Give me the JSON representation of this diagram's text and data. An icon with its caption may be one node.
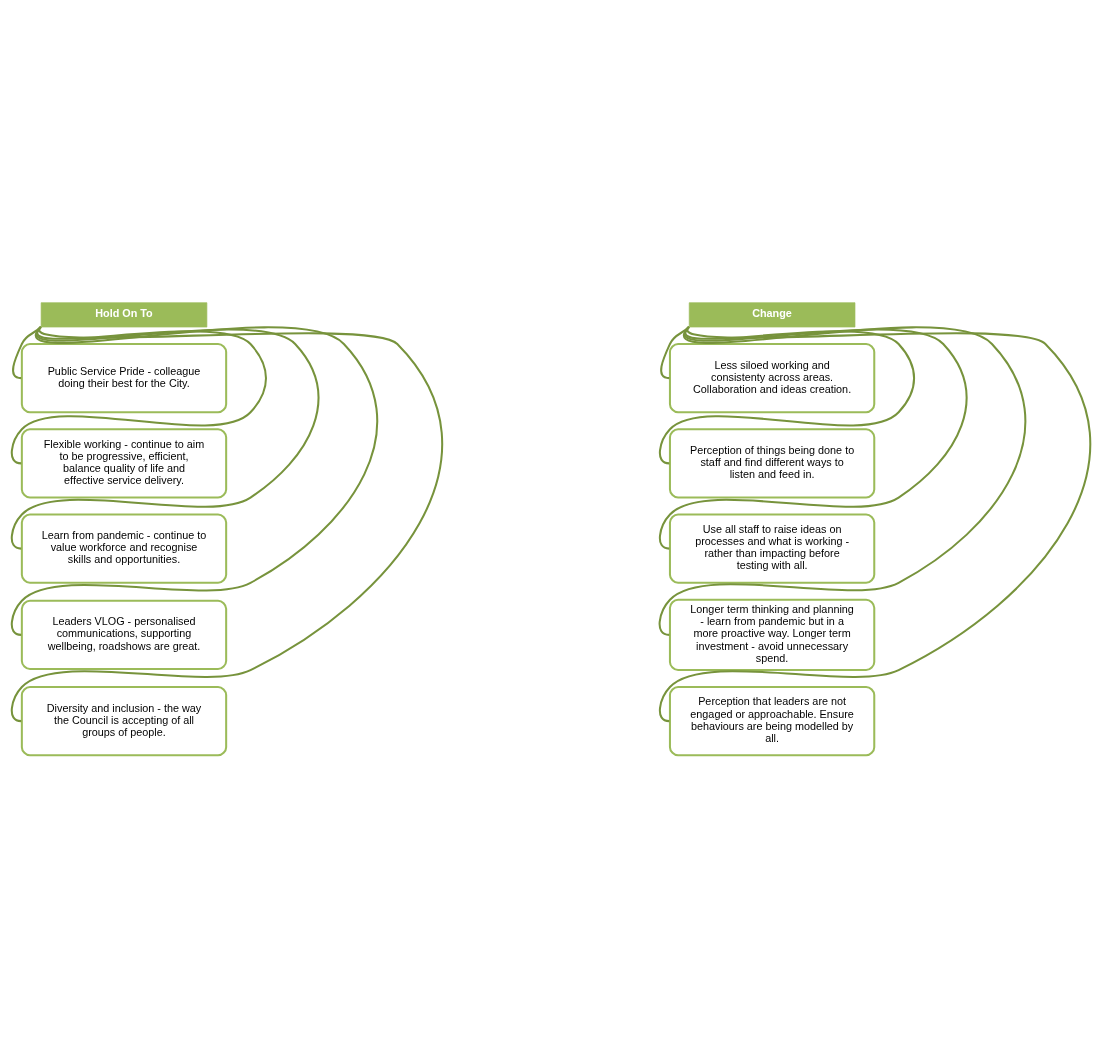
{
  "diagram": {
    "nodes": [
      {
        "text": [
          "Hold On To"
        ]
      },
      {
        "text": [
          "Public Service Pride - colleague doing their best for the City."
        ]
      },
      {
        "text": [
          "Flexible working - continue to aim to be progressive, efficient, balance quality of life and effective service delivery."
        ]
      },
      {
        "text": [
          "Learn from pandemic - continue to value workforce and recognise skills and opportunities."
        ]
      },
      {
        "text": [
          "Leaders VLOG - personalised communications, supporting wellbeing, roadshows are great."
        ]
      },
      {
        "text": [
          "Diversity and inclusion - the way the Council is accepting of all groups of people."
        ]
      },
      {
        "text": [
          "Change"
        ]
      },
      {
        "text": [
          "Less siloed working and consistenty across areas. Collaboration and ideas creation."
        ]
      },
      {
        "text": [
          "Perception of things being done to staff and find different ways to listen and feed in."
        ]
      },
      {
        "text": [
          "Use all staff to raise ideas on processes and what is working - rather than impacting before testing with all."
        ]
      },
      {
        "text": [
          "Longer term thinking and planning - learn from pandemic but in a more proactive way. Longer term investment - avoid unnecessary spend."
        ]
      },
      {
        "text": [
          "Perception that leaders are not engaged or approachable. Ensure behaviours are being modelled by all."
        ]
      }
    ],
    "edges": [
      {
        "from": 0,
        "to": 1,
        "arrow": "none"
      },
      {
        "from": 0,
        "to": 2,
        "arrow": "none"
      },
      {
        "from": 0,
        "to": 3,
        "arrow": "none"
      },
      {
        "from": 0,
        "to": 4,
        "arrow": "none"
      },
      {
        "from": 0,
        "to": 5,
        "arrow": "none"
      },
      {
        "from": 6,
        "to": 7,
        "arrow": "none"
      },
      {
        "from": 6,
        "to": 8,
        "arrow": "none"
      },
      {
        "from": 6,
        "to": 9,
        "arrow": "none"
      },
      {
        "from": 6,
        "to": 10,
        "arrow": "none"
      },
      {
        "from": 6,
        "to": 11,
        "arrow": "none"
      }
    ]
  }
}
